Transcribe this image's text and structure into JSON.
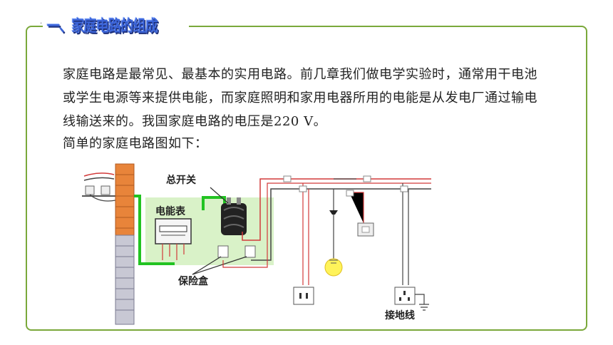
{
  "section": {
    "title": "一、家庭电路的组成",
    "corner_mark": "·"
  },
  "content": {
    "paragraph1": "家庭电路是最常见、最基本的实用电路。前几章我们做电学实验时，通常用干电池或学生电源等来提供电能，而家庭照明和家用电器所用的电能是从发电厂通过输电线输送来的。我国家庭电路的电压是220 V。",
    "paragraph2": "简单的家庭电路图如下："
  },
  "diagram": {
    "label_main_switch": "总开关",
    "label_meter": "电能表",
    "label_fuse_box": "保险盒",
    "label_ground": "接地线"
  },
  "colors": {
    "frame": "#7aa83a",
    "title_blue": "#3b64d8",
    "wire_red": "#d23a3a",
    "wire_green": "#22c322",
    "brick": "#e8843a",
    "panel_bg": "#d9f2c8"
  }
}
